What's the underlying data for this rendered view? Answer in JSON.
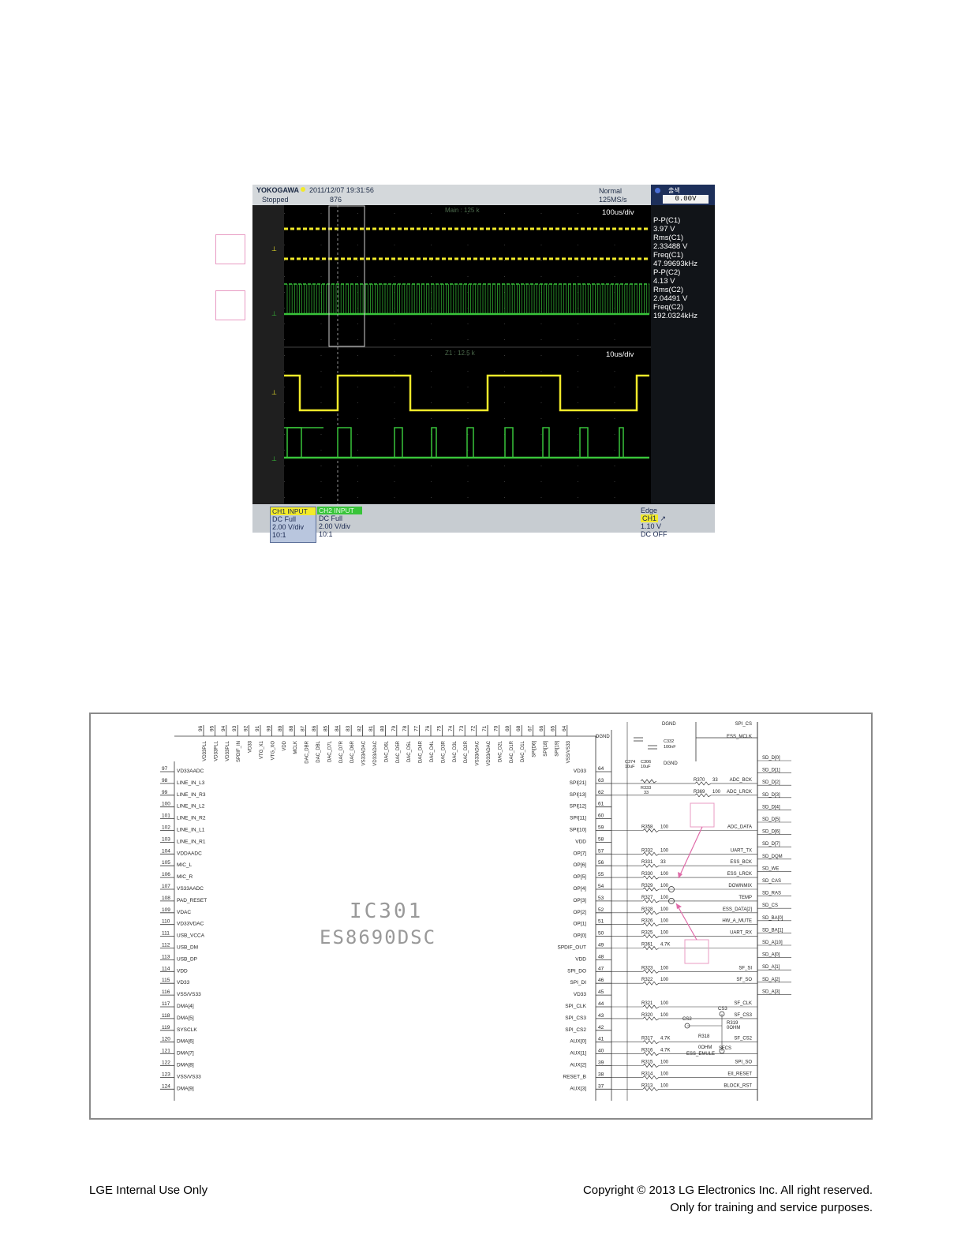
{
  "scope": {
    "brand": "YOKOGAWA",
    "datetime": "2011/12/07 19:31:56",
    "status": "Stopped",
    "count": "876",
    "mode": "Normal",
    "sample_rate": "125MS/s",
    "level_label": "출색",
    "level_value": "0.00V",
    "main_label": "Main : 125 k",
    "main_timebase": "100us/div",
    "zoom_label": "Z1 : 12.5 k",
    "zoom_timebase": "10us/div",
    "measurements": [
      "P-P(C1)",
      "3.97 V",
      "Rms(C1)",
      "2.33488 V",
      "Freq(C1)",
      "47.99693kHz",
      "P-P(C2)",
      "4.13 V",
      "Rms(C2)",
      "2.04491 V",
      "Freq(C2)",
      "192.0324kHz"
    ],
    "ch1": {
      "title": "CH1 INPUT",
      "coupling": "DC Full",
      "vdiv": "2.00 V/div",
      "probe": "10:1"
    },
    "ch2": {
      "title": "CH2 INPUT",
      "coupling": "DC Full",
      "vdiv": "2.00 V/div",
      "probe": "10:1"
    },
    "trigger": {
      "type": "Edge",
      "source": "CH1",
      "level": "1.10 V",
      "coupling": "DC OFF"
    },
    "colors": {
      "ch1": "#f2ea2a",
      "ch2": "#39c43a",
      "screen": "#000000"
    }
  },
  "schematic": {
    "ic_name": "IC301",
    "ic_part": "ES8690DSC",
    "left_pins": [
      {
        "num": "97",
        "name": "VD33AADC"
      },
      {
        "num": "98",
        "name": "LINE_IN_L3"
      },
      {
        "num": "99",
        "name": "LINE_IN_R3"
      },
      {
        "num": "100",
        "name": "LINE_IN_L2"
      },
      {
        "num": "101",
        "name": "LINE_IN_R2"
      },
      {
        "num": "102",
        "name": "LINE_IN_L1"
      },
      {
        "num": "103",
        "name": "LINE_IN_R1"
      },
      {
        "num": "104",
        "name": "VDDAADC"
      },
      {
        "num": "105",
        "name": "MIC_L"
      },
      {
        "num": "106",
        "name": "MIC_R"
      },
      {
        "num": "107",
        "name": "VS33AADC"
      },
      {
        "num": "108",
        "name": "PAD_RESET"
      },
      {
        "num": "109",
        "name": "VDAC"
      },
      {
        "num": "110",
        "name": "VD33VDAC"
      },
      {
        "num": "111",
        "name": "USB_VCCA"
      },
      {
        "num": "112",
        "name": "USB_DM"
      },
      {
        "num": "113",
        "name": "USB_DP"
      },
      {
        "num": "114",
        "name": "VDD"
      },
      {
        "num": "115",
        "name": "VD33"
      },
      {
        "num": "116",
        "name": "VSS/VS33"
      },
      {
        "num": "117",
        "name": "DMA[4]"
      },
      {
        "num": "118",
        "name": "DMA[5]"
      },
      {
        "num": "119",
        "name": "SYSCLK"
      },
      {
        "num": "120",
        "name": "DMA[6]"
      },
      {
        "num": "121",
        "name": "DMA[7]"
      },
      {
        "num": "122",
        "name": "DMA[8]"
      },
      {
        "num": "123",
        "name": "VSS/VS33"
      },
      {
        "num": "124",
        "name": "DMA[9]"
      }
    ],
    "top_pins": [
      {
        "num": "96",
        "name": "VD33PLL"
      },
      {
        "num": "95",
        "name": "VD33PLL"
      },
      {
        "num": "94",
        "name": "VD33PLL"
      },
      {
        "num": "93",
        "name": "SPDIF_IN"
      },
      {
        "num": "92",
        "name": "VD33"
      },
      {
        "num": "91",
        "name": "VTG_X1"
      },
      {
        "num": "90",
        "name": "VTG_XO"
      },
      {
        "num": "89",
        "name": "VDD"
      },
      {
        "num": "88",
        "name": "MCLK"
      },
      {
        "num": "87",
        "name": "DAC_DBR"
      },
      {
        "num": "86",
        "name": "DAC_DBL"
      },
      {
        "num": "85",
        "name": "DAC_D7L"
      },
      {
        "num": "84",
        "name": "DAC_D7R"
      },
      {
        "num": "83",
        "name": "DAC_D6R"
      },
      {
        "num": "82",
        "name": "VS33ADAC"
      },
      {
        "num": "81",
        "name": "VD33ADAC"
      },
      {
        "num": "80",
        "name": "DAC_D6L"
      },
      {
        "num": "79",
        "name": "DAC_D5R"
      },
      {
        "num": "78",
        "name": "DAC_D5L"
      },
      {
        "num": "77",
        "name": "DAC_D4R"
      },
      {
        "num": "76",
        "name": "DAC_D4L"
      },
      {
        "num": "75",
        "name": "DAC_D3R"
      },
      {
        "num": "74",
        "name": "DAC_D3L"
      },
      {
        "num": "73",
        "name": "DAC_D2R"
      },
      {
        "num": "72",
        "name": "VS33ADAC"
      },
      {
        "num": "71",
        "name": "VD33ADAC"
      },
      {
        "num": "70",
        "name": "DAC_D2L"
      },
      {
        "num": "69",
        "name": "DAC_D1R"
      },
      {
        "num": "68",
        "name": "DAC_D1L"
      },
      {
        "num": "67",
        "name": "SPI[D6]"
      },
      {
        "num": "66",
        "name": "SPI[18]"
      },
      {
        "num": "65",
        "name": "SPI[19]"
      },
      {
        "num": "64",
        "name": "VSS/VS33"
      }
    ],
    "right_pins": [
      {
        "num": "64",
        "name": "VD33"
      },
      {
        "num": "63",
        "name": "SPI[21]"
      },
      {
        "num": "62",
        "name": "SPI[13]"
      },
      {
        "num": "61",
        "name": "SPI[12]"
      },
      {
        "num": "60",
        "name": "SPI[11]"
      },
      {
        "num": "59",
        "name": "SPI[10]"
      },
      {
        "num": "58",
        "name": "VDD"
      },
      {
        "num": "57",
        "name": "OP[7]"
      },
      {
        "num": "56",
        "name": "OP[6]"
      },
      {
        "num": "55",
        "name": "OP[5]"
      },
      {
        "num": "54",
        "name": "OP[4]"
      },
      {
        "num": "53",
        "name": "OP[3]"
      },
      {
        "num": "52",
        "name": "OP[2]"
      },
      {
        "num": "51",
        "name": "OP[1]"
      },
      {
        "num": "50",
        "name": "OP[0]"
      },
      {
        "num": "49",
        "name": "SPDIF_OUT"
      },
      {
        "num": "48",
        "name": "VDD"
      },
      {
        "num": "47",
        "name": "SPI_DO"
      },
      {
        "num": "46",
        "name": "SPI_DI"
      },
      {
        "num": "45",
        "name": "VD33"
      },
      {
        "num": "44",
        "name": "SPI_CLK"
      },
      {
        "num": "43",
        "name": "SPI_CS3"
      },
      {
        "num": "42",
        "name": "SPI_CS2"
      },
      {
        "num": "41",
        "name": "AUX[0]"
      },
      {
        "num": "40",
        "name": "AUX[1]"
      },
      {
        "num": "39",
        "name": "AUX[2]"
      },
      {
        "num": "38",
        "name": "RESET_B"
      },
      {
        "num": "37",
        "name": "AUX[3]"
      }
    ],
    "resistors": [
      {
        "ref": "R370",
        "val": "33",
        "net": "ADC_BCK",
        "row": 1
      },
      {
        "ref": "R369",
        "val": "100",
        "net": "ADC_LRCK",
        "row": 2
      },
      {
        "ref": "R358",
        "val": "100",
        "net": "ADC_DATA",
        "row": 5
      },
      {
        "ref": "R332",
        "val": "100",
        "net": "UART_TX",
        "row": 7
      },
      {
        "ref": "R331",
        "val": "33",
        "net": "ESS_BCK",
        "row": 8
      },
      {
        "ref": "R330",
        "val": "100",
        "net": "ESS_LRCK",
        "row": 9
      },
      {
        "ref": "R329",
        "val": "100",
        "net": "DOWNMIX",
        "row": 10
      },
      {
        "ref": "R327",
        "val": "100",
        "net": "TEMP",
        "row": 11
      },
      {
        "ref": "R328",
        "val": "100",
        "net": "ESS_DATA[2]",
        "row": 12
      },
      {
        "ref": "R326",
        "val": "100",
        "net": "HW_A_MUTE",
        "row": 13
      },
      {
        "ref": "R325",
        "val": "100",
        "net": "UART_RX",
        "row": 14
      },
      {
        "ref": "R361",
        "val": "4.7K",
        "net": "",
        "row": 15
      },
      {
        "ref": "R323",
        "val": "100",
        "net": "SF_SI",
        "row": 17
      },
      {
        "ref": "R322",
        "val": "100",
        "net": "SF_SO",
        "row": 18
      },
      {
        "ref": "R321",
        "val": "100",
        "net": "SF_CLK",
        "row": 20
      },
      {
        "ref": "R320",
        "val": "100",
        "net": "SF_CS3",
        "row": 21
      },
      {
        "ref": "R317",
        "val": "4.7K",
        "net": "SF_CS2",
        "row": 23
      },
      {
        "ref": "R316",
        "val": "4.7K",
        "net": "",
        "row": 24
      },
      {
        "ref": "R315",
        "val": "100",
        "net": "SPI_SO",
        "row": 25
      },
      {
        "ref": "R314",
        "val": "100",
        "net": "EII_RESET",
        "row": 26
      },
      {
        "ref": "R313",
        "val": "100",
        "net": "BLOCK_RST",
        "row": 27
      }
    ],
    "sd_nets": [
      "SD_D[0]",
      "SD_D[1]",
      "SD_D[2]",
      "SD_D[3]",
      "SD_D[4]",
      "SD_D[5]",
      "SD_D[6]",
      "SD_D[7]",
      "SD_DQM",
      "SD_WE",
      "SD_CAS",
      "SD_RAS",
      "SD_CS",
      "SD_BA[0]",
      "SD_BA[1]",
      "SD_A[10]",
      "SD_A[0]",
      "SD_A[1]",
      "SD_A[2]",
      "SD_A[3]"
    ],
    "misc_labels": {
      "dgnd1": "DGND",
      "dgnd2": "DGND",
      "dgnd3": "DGND",
      "c374": "C374",
      "c374v": "10uF",
      "c306": "C306",
      "c306v": "10uF",
      "c332": "C332",
      "c332v": "100nF",
      "r333": "R333",
      "r333v": "33",
      "spics": "SPI_CS",
      "essmclk": "ESS_MCLK",
      "cs2": "CS2",
      "cs3": "CS3",
      "r319": "R319",
      "r319v": "0OHM",
      "r318": "R318",
      "r318v": "0OHM",
      "essemule": "ESS_EMULE",
      "sfcs": "SFCS"
    }
  },
  "footer": {
    "left": "LGE Internal Use Only",
    "right_line1": "Copyright © 2013 LG Electronics Inc. All right reserved.",
    "right_line2": "Only for training and service purposes."
  }
}
